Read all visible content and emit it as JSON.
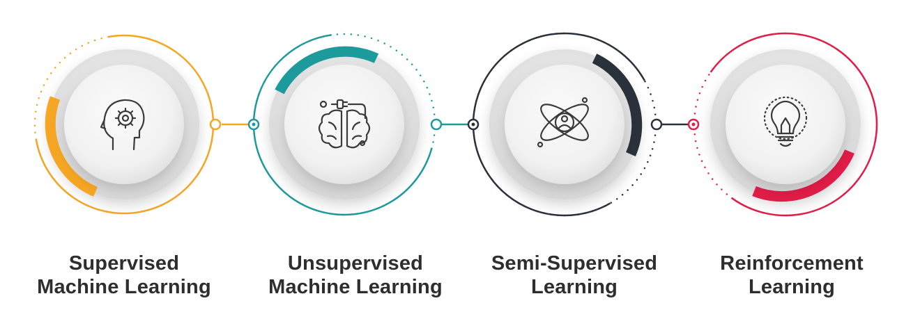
{
  "colors": {
    "supervised": "#f5a623",
    "unsupervised": "#1d9a9c",
    "semi_supervised": "#2b313b",
    "reinforcement": "#e11d48",
    "icon_stroke": "#3a3a3a",
    "label_text": "#2e2e2e"
  },
  "steps": [
    {
      "icon": "head-gear-icon",
      "accent": "#f5a623",
      "label_line1": "Supervised",
      "label_line2": "Machine Learning"
    },
    {
      "icon": "brain-plug-icon",
      "accent": "#1d9a9c",
      "label_line1": "Unsupervised",
      "label_line2": "Machine Learning"
    },
    {
      "icon": "atom-person-icon",
      "accent": "#2b313b",
      "label_line1": "Semi-Supervised",
      "label_line2": "Learning"
    },
    {
      "icon": "light-bulb-icon",
      "accent": "#e11d48",
      "label_line1": "Reinforcement",
      "label_line2": "Learning"
    }
  ]
}
